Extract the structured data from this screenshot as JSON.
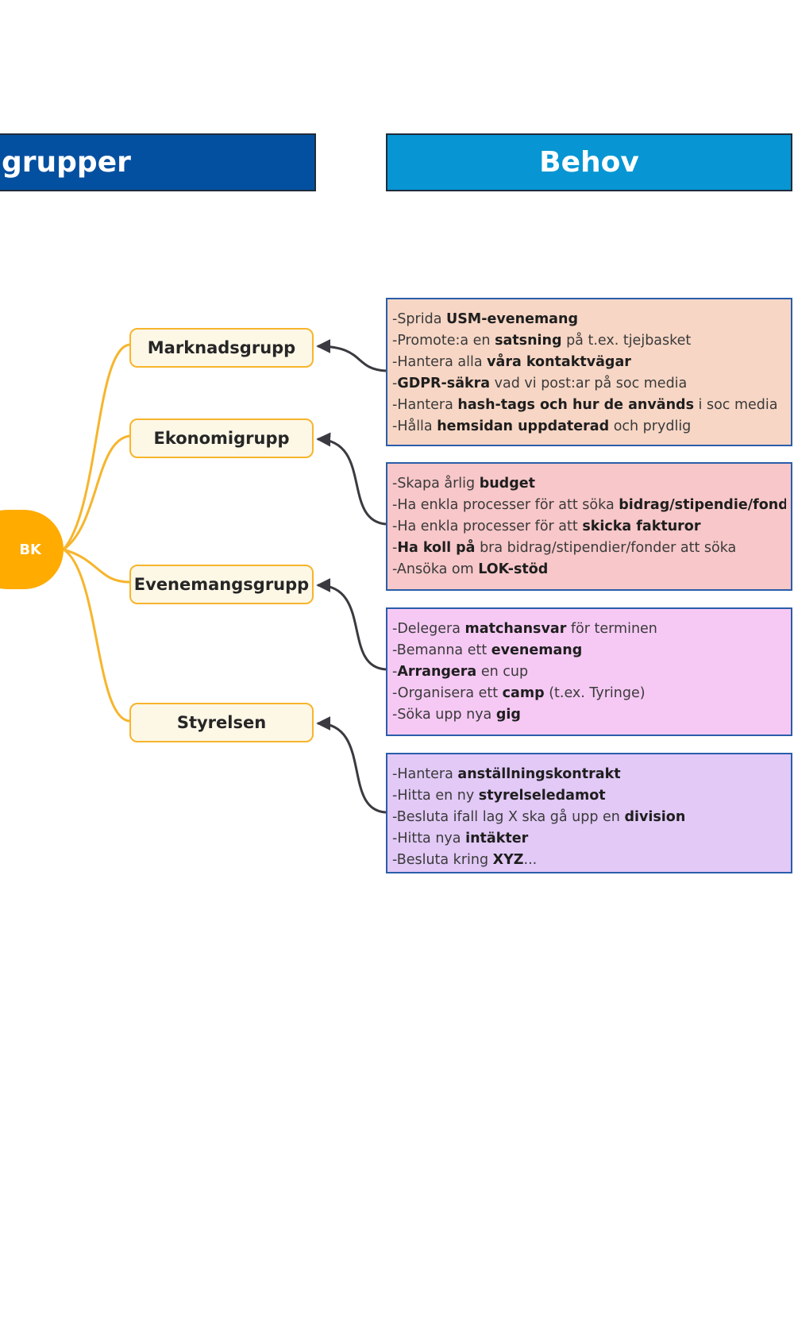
{
  "headers": {
    "left": "grupper",
    "right": "Behov"
  },
  "root_label": "BK",
  "groups": [
    {
      "name": "Marknadsgrupp",
      "fill": "#f7d6c5",
      "needs": [
        [
          [
            "-Sprida ",
            false
          ],
          [
            "USM-evenemang",
            true
          ]
        ],
        [
          [
            "-Promote:a en ",
            false
          ],
          [
            "satsning",
            true
          ],
          [
            " på t.ex. tjejbasket",
            false
          ]
        ],
        [
          [
            "-Hantera alla ",
            false
          ],
          [
            "våra kontaktvägar",
            true
          ]
        ],
        [
          [
            "-",
            false
          ],
          [
            "GDPR-säkra",
            true
          ],
          [
            " vad vi post:ar på soc media",
            false
          ]
        ],
        [
          [
            "-Hantera ",
            false
          ],
          [
            "hash-tags och hur de används",
            true
          ],
          [
            " i soc media",
            false
          ]
        ],
        [
          [
            "-Hålla ",
            false
          ],
          [
            "hemsidan uppdaterad",
            true
          ],
          [
            " och prydlig",
            false
          ]
        ]
      ]
    },
    {
      "name": "Ekonomigrupp",
      "fill": "#f7c7c9",
      "needs": [
        [
          [
            "-Skapa årlig ",
            false
          ],
          [
            "budget",
            true
          ]
        ],
        [
          [
            "-Ha enkla processer för att söka ",
            false
          ],
          [
            "bidrag/stipendie/fond",
            true
          ]
        ],
        [
          [
            "-Ha enkla processer för att ",
            false
          ],
          [
            "skicka fakturor",
            true
          ]
        ],
        [
          [
            "-",
            false
          ],
          [
            "Ha koll på",
            true
          ],
          [
            " bra bidrag/stipendier/fonder att söka",
            false
          ]
        ],
        [
          [
            "-Ansöka om ",
            false
          ],
          [
            "LOK-stöd",
            true
          ]
        ]
      ]
    },
    {
      "name": "Evenemangsgrupp",
      "fill": "#f6c9f4",
      "needs": [
        [
          [
            "-Delegera ",
            false
          ],
          [
            "matchansvar",
            true
          ],
          [
            " för terminen",
            false
          ]
        ],
        [
          [
            "-Bemanna ett ",
            false
          ],
          [
            "evenemang",
            true
          ]
        ],
        [
          [
            "-",
            false
          ],
          [
            "Arrangera",
            true
          ],
          [
            " en cup",
            false
          ]
        ],
        [
          [
            "-Organisera ett ",
            false
          ],
          [
            "camp",
            true
          ],
          [
            " (t.ex. Tyringe)",
            false
          ]
        ],
        [
          [
            "-Söka upp nya ",
            false
          ],
          [
            "gig",
            true
          ]
        ]
      ]
    },
    {
      "name": "Styrelsen",
      "fill": "#e2c9f6",
      "needs": [
        [
          [
            "-Hantera ",
            false
          ],
          [
            "anställningskontrakt",
            true
          ]
        ],
        [
          [
            "-Hitta en ny ",
            false
          ],
          [
            "styrelseledamot",
            true
          ]
        ],
        [
          [
            "-Besluta ifall lag X ska gå upp en ",
            false
          ],
          [
            "division",
            true
          ]
        ],
        [
          [
            "-Hitta nya ",
            false
          ],
          [
            "intäkter",
            true
          ]
        ],
        [
          [
            "-Besluta kring ",
            false
          ],
          [
            "XYZ",
            true
          ],
          [
            "...",
            false
          ]
        ]
      ]
    }
  ]
}
